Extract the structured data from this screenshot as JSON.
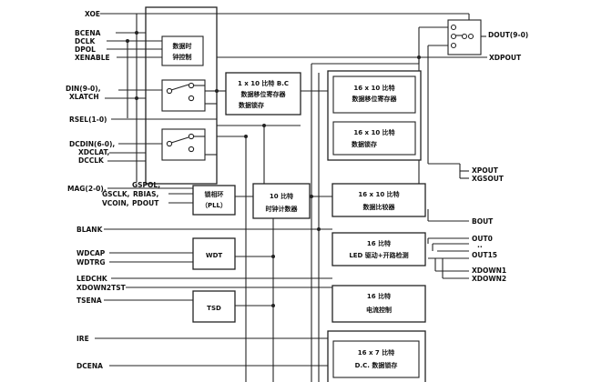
{
  "signals_left": {
    "xoe": "XOE",
    "bcena": "BCENA",
    "dclk": "DCLK",
    "dpol": "DPOL",
    "xenable": "XENABLE",
    "din": "DIN(9-0),",
    "xlatch": "XLATCH",
    "rsel": "RSEL(1-0)",
    "dcdin": "DCDIN(6-0),",
    "xdclat": "XDCLAT,",
    "dcclk": "DCCLK",
    "mag": "MAG(2-0),",
    "gspol": "GSPOL,",
    "gsclk": "GSCLK,",
    "rbias": "RBIAS,",
    "vcoin": "VCOIN,",
    "pdout": "PDOUT",
    "blank": "BLANK",
    "wdcap": "WDCAP",
    "wdtrg": "WDTRG",
    "ledchk": "LEDCHK",
    "xdown2tst": "XDOWN2TST",
    "tsena": "TSENA",
    "ire": "IRE",
    "dcena": "DCENA"
  },
  "signals_right": {
    "dout": "DOUT(9-0)",
    "xdpout": "XDPOUT",
    "xpout": "XPOUT",
    "xgsout": "XGSOUT",
    "bout": "BOUT",
    "out0": "OUT0",
    "dots": "..",
    "out15": "OUT15",
    "xdown1": "XDOWN1",
    "xdown2": "XDOWN2"
  },
  "blocks": {
    "clock_ctrl": [
      "数据时",
      "钟控制"
    ],
    "shift_reg_1x10": [
      "1 x 10 比特 B.C",
      "数据移位寄存器",
      "数据锁存"
    ],
    "shift_reg_16x10": [
      "16 x 10 比特",
      "数据移位寄存器"
    ],
    "latch_16x10": [
      "16 x 10 比特",
      "数据锁存"
    ],
    "pll": [
      "锁相环",
      "（PLL）"
    ],
    "timer_10bit": [
      "10 比特",
      "时钟计数器"
    ],
    "compare_16x10": [
      "16 x 10 比特",
      "数据比较器"
    ],
    "wdt": [
      "WDT"
    ],
    "led_drive": [
      "16 比特",
      "LED 驱动+开路检测"
    ],
    "tsd": [
      "TSD"
    ],
    "current_ctrl": [
      "16 比特",
      "电流控制"
    ],
    "dc_latch": [
      "16 x 7 比特",
      "D.C. 数据锁存"
    ]
  }
}
